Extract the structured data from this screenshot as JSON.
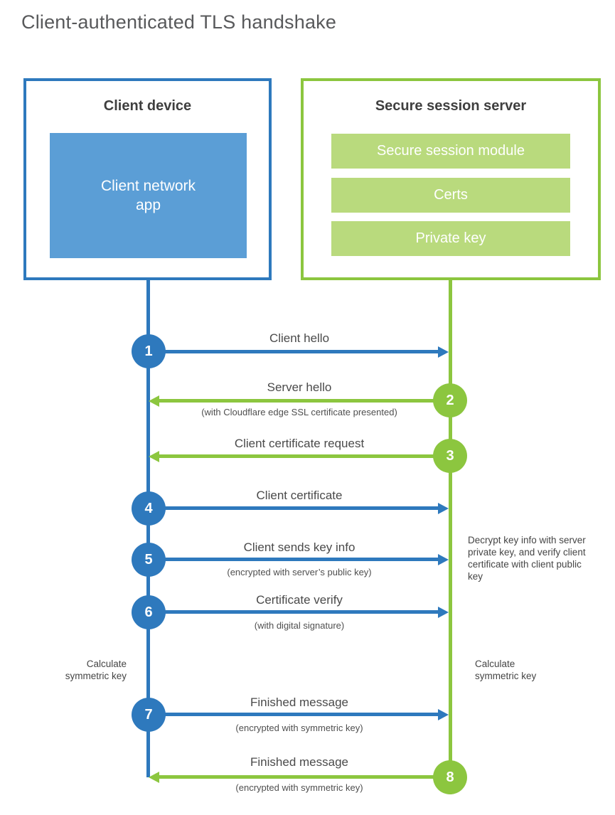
{
  "title": "Client-authenticated TLS handshake",
  "colors": {
    "client_accent": "#2e79bd",
    "client_fill": "#5b9ed6",
    "server_accent": "#8cc63f",
    "server_fill": "#b9da7d",
    "heading_text": "#3f3f3f",
    "label_text": "#4a4a4a"
  },
  "client_box": {
    "title": "Client device",
    "app_label": "Client network app"
  },
  "server_box": {
    "title": "Secure session server",
    "modules": [
      "Secure session module",
      "Certs",
      "Private key"
    ]
  },
  "steps": [
    {
      "number": "1",
      "label": "Client hello",
      "sublabel": "",
      "direction": "client-to-server"
    },
    {
      "number": "2",
      "label": "Server hello",
      "sublabel": "(with Cloudflare edge SSL certificate presented)",
      "direction": "server-to-client"
    },
    {
      "number": "3",
      "label": "Client certificate request",
      "sublabel": "",
      "direction": "server-to-client"
    },
    {
      "number": "4",
      "label": "Client certificate",
      "sublabel": "",
      "direction": "client-to-server"
    },
    {
      "number": "5",
      "label": "Client sends key info",
      "sublabel": "(encrypted with server’s public key)",
      "direction": "client-to-server"
    },
    {
      "number": "6",
      "label": "Certificate verify",
      "sublabel": "(with digital signature)",
      "direction": "client-to-server"
    },
    {
      "number": "7",
      "label": "Finished message",
      "sublabel": "(encrypted with symmetric key)",
      "direction": "client-to-server"
    },
    {
      "number": "8",
      "label": "Finished message",
      "sublabel": "(encrypted with symmetric key)",
      "direction": "server-to-client"
    }
  ],
  "annotations": {
    "server_note": "Decrypt key info with server private key, and verify client certificate with client public key",
    "client_calc": "Calculate symmetric key",
    "server_calc": "Calculate symmetric key"
  }
}
